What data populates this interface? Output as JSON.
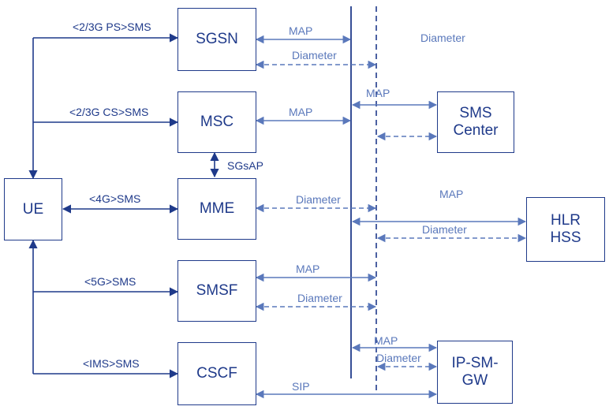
{
  "nodes": {
    "ue": "UE",
    "sgsn": "SGSN",
    "msc": "MSC",
    "mme": "MME",
    "smsf": "SMSF",
    "cscf": "CSCF",
    "sms_center": "SMS\nCenter",
    "hlr_hss": "HLR\nHSS",
    "ip_sm_gw": "IP-SM-\nGW"
  },
  "labels": {
    "ps_sms": "<2/3G PS>SMS",
    "cs_sms": "<2/3G CS>SMS",
    "g4_sms": "<4G>SMS",
    "g5_sms": "<5G>SMS",
    "ims_sms": "<IMS>SMS",
    "sgsap": "SGsAP",
    "map_sgsn": "MAP",
    "diameter_sgsn": "Diameter",
    "diameter_top": "Diameter",
    "map_msc": "MAP",
    "map_smsc": "MAP",
    "diameter_mme": "Diameter",
    "map_hlr": "MAP",
    "diameter_hlr": "Diameter",
    "map_smsf": "MAP",
    "diameter_smsf": "Diameter",
    "map_ipsm": "MAP",
    "diameter_ipsm": "Diameter",
    "sip": "SIP"
  },
  "colors": {
    "dark": "#1f3a8a",
    "light": "#5a78bb"
  }
}
